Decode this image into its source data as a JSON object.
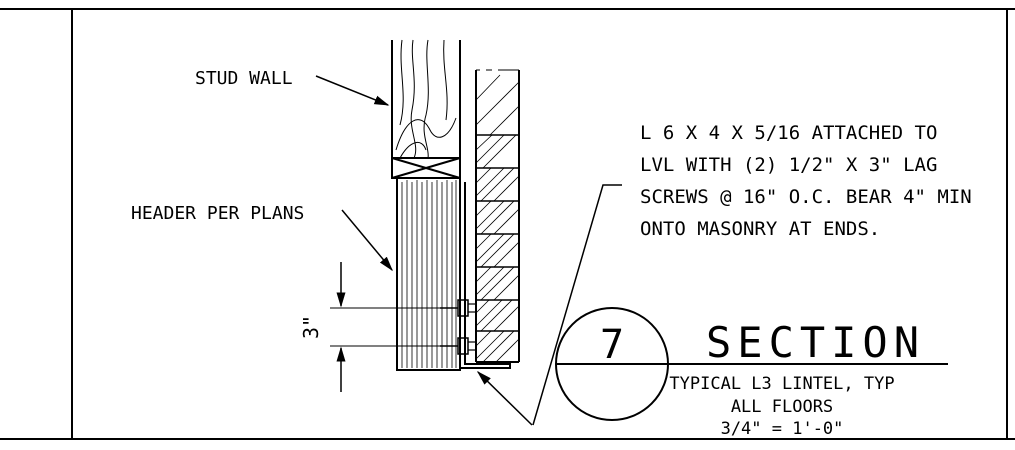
{
  "labels": {
    "stud_wall": "STUD WALL",
    "header_per_plans": "HEADER PER PLANS",
    "dimension": "3\"",
    "note_lines": [
      "L 6 X 4 X 5/16 ATTACHED TO",
      "LVL WITH (2) 1/2\" X 3\" LAG",
      "SCREWS @ 16\" O.C. BEAR 4\" MIN",
      "ONTO MASONRY AT ENDS."
    ]
  },
  "title_block": {
    "detail_number": "7",
    "title": "SECTION",
    "subtitle_lines": [
      "TYPICAL L3 LINTEL, TYP",
      "ALL FLOORS"
    ],
    "scale": "3/4\" = 1'-0\""
  }
}
